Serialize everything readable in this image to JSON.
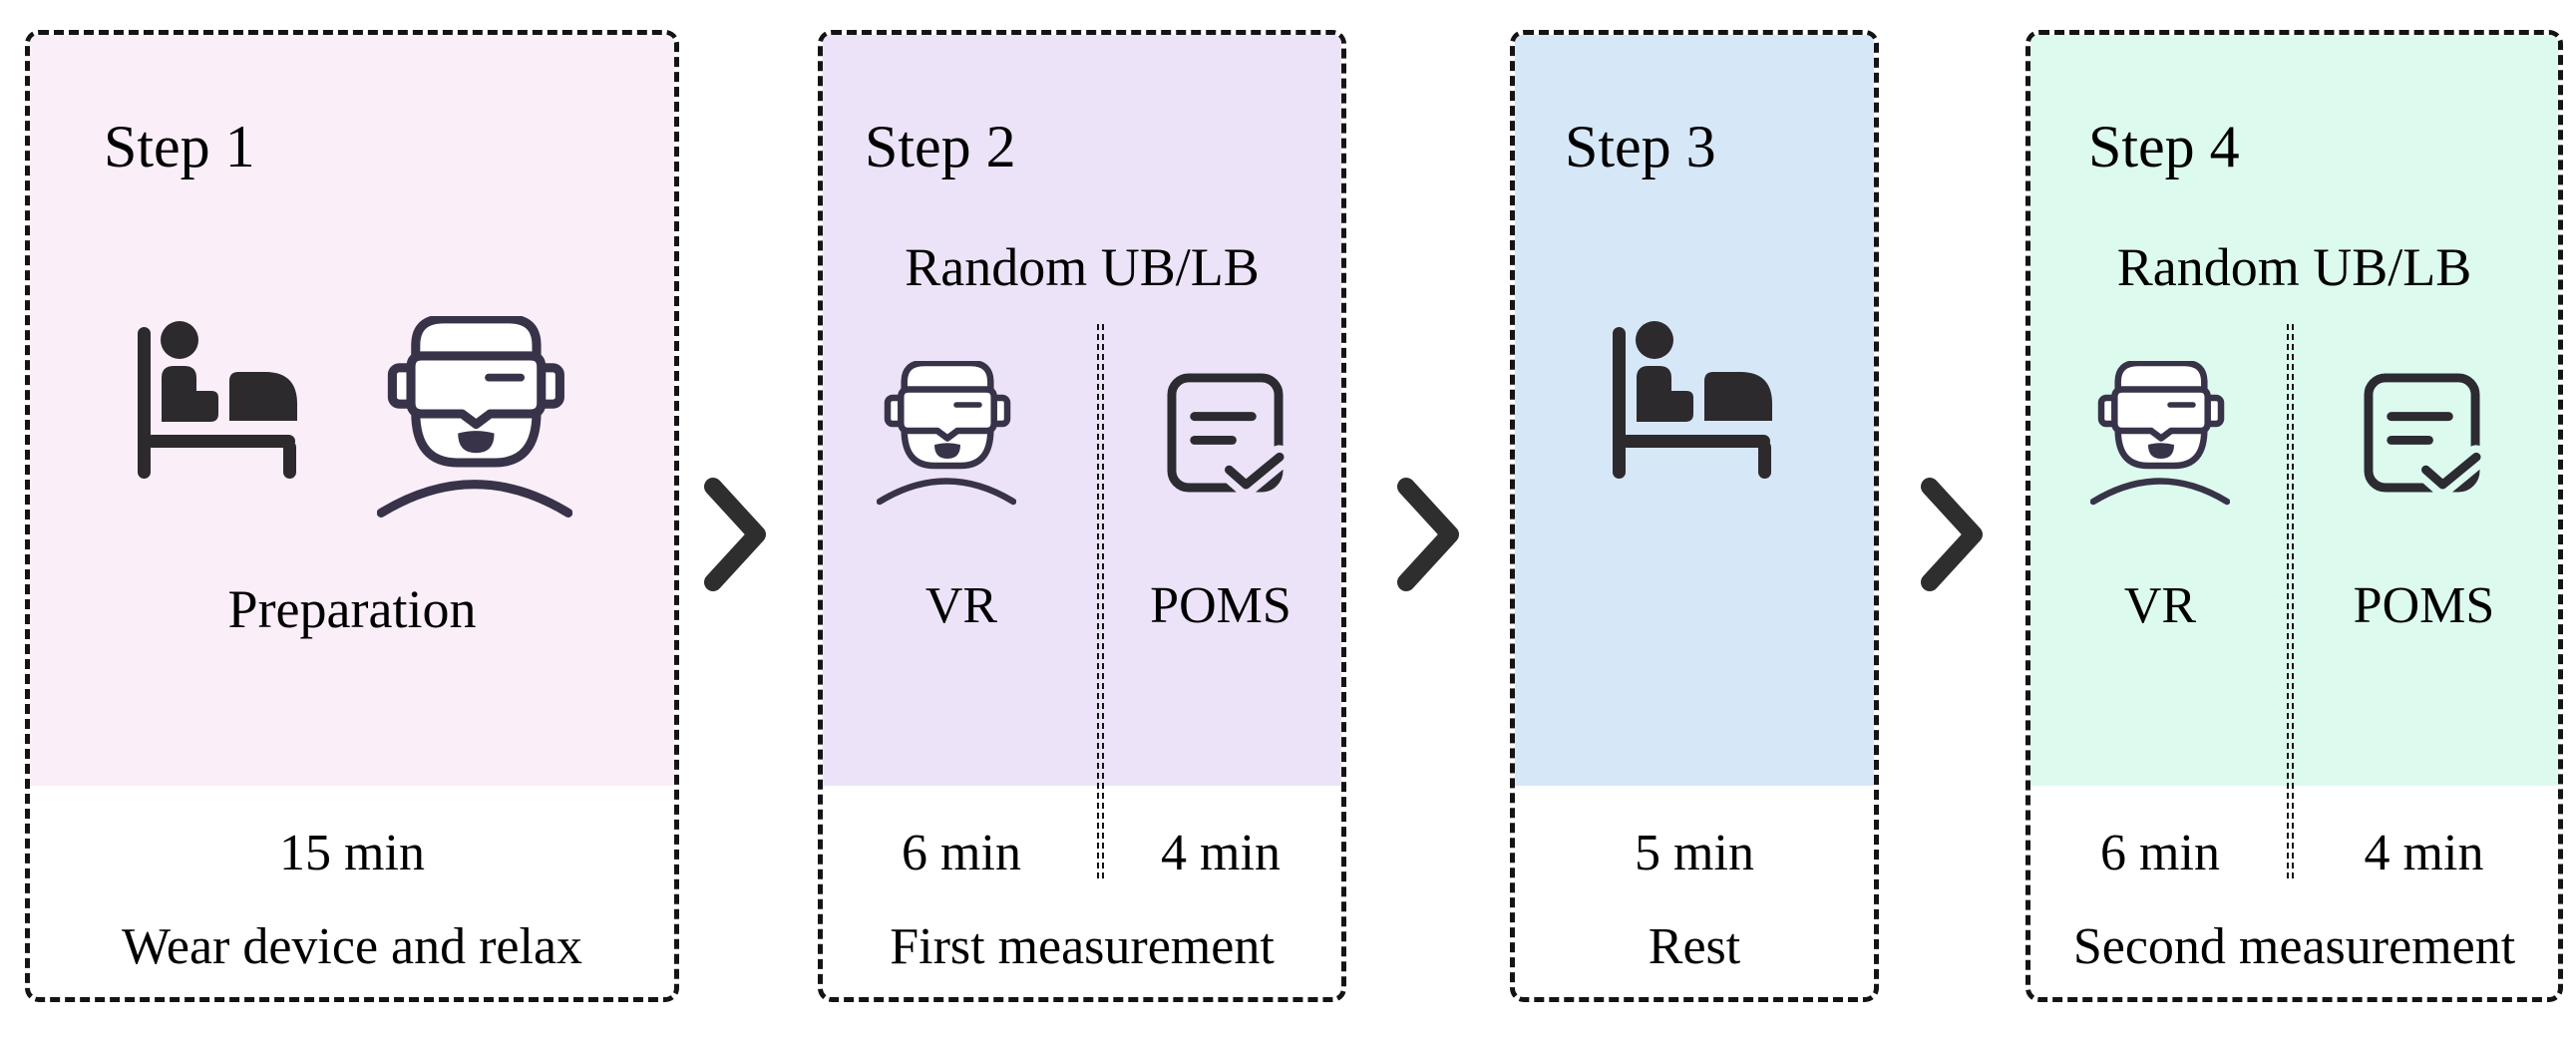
{
  "palette": {
    "step1_bg": "#faeef8",
    "step2_bg": "#ece3f8",
    "step3_bg": "#d6e7f8",
    "step4_bg": "#ddfaee",
    "border": "#141414",
    "arrow": "#2e2e2e",
    "vr_icon_stroke": "#383349",
    "bed_icon_fill": "#2d2a2e",
    "poms_icon_stroke": "#2c2b31",
    "icon_face_fill": "#ffffff"
  },
  "arrows": [
    {
      "glyph": "chevron-right"
    },
    {
      "glyph": "chevron-right"
    },
    {
      "glyph": "chevron-right"
    }
  ],
  "steps": [
    {
      "title": "Step 1",
      "icons": [
        "bed-icon",
        "vr-headset-icon"
      ],
      "label": "Preparation",
      "duration": "15 min",
      "description": "Wear device and relax"
    },
    {
      "title": "Step 2",
      "subtitle": "Random UB/LB",
      "columns": [
        {
          "icon": "vr-headset-icon",
          "label": "VR",
          "duration": "6 min"
        },
        {
          "icon": "poms-checklist-icon",
          "label": "POMS",
          "duration": "4 min"
        }
      ],
      "description": "First measurement"
    },
    {
      "title": "Step 3",
      "icons": [
        "bed-icon"
      ],
      "duration": "5 min",
      "description": "Rest"
    },
    {
      "title": "Step 4",
      "subtitle": "Random UB/LB",
      "columns": [
        {
          "icon": "vr-headset-icon",
          "label": "VR",
          "duration": "6 min"
        },
        {
          "icon": "poms-checklist-icon",
          "label": "POMS",
          "duration": "4 min"
        }
      ],
      "description": "Second measurement"
    }
  ]
}
